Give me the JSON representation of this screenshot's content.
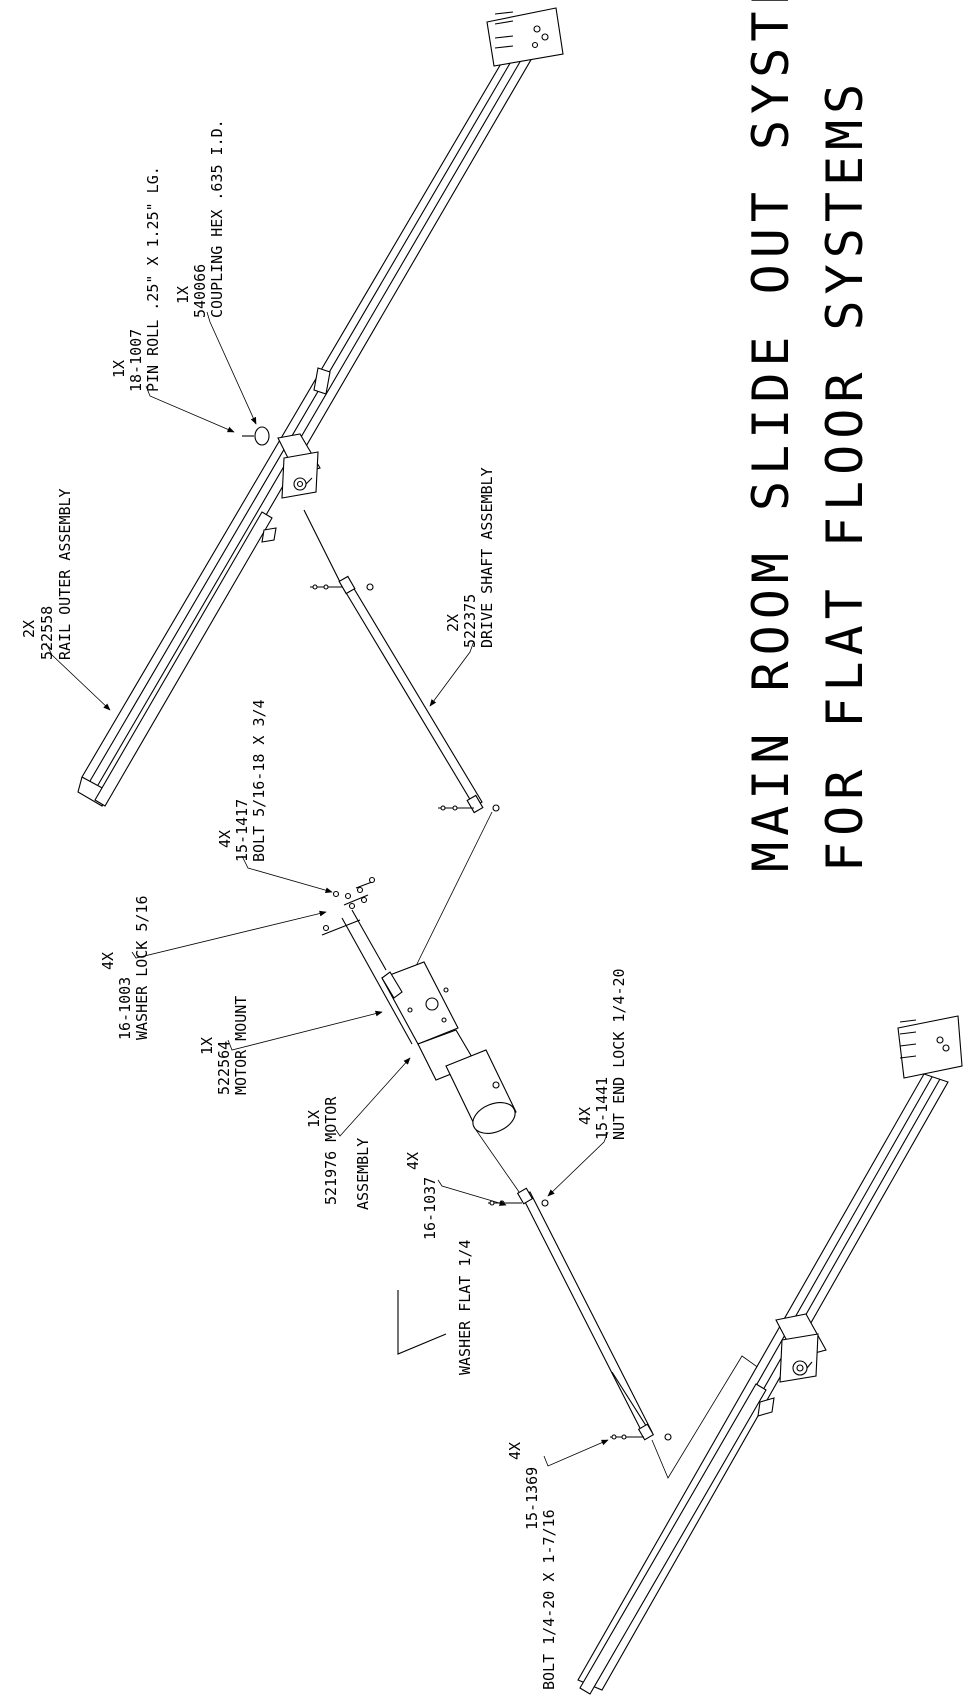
{
  "title": {
    "line1": "MAIN ROOM SLIDE OUT SYSTEM",
    "line2": "FOR FLAT FLOOR SYSTEMS"
  },
  "callouts": {
    "rail_outer": {
      "qty": "2X",
      "part": "522558",
      "desc": "RAIL OUTER ASSEMBLY"
    },
    "pin_roll": {
      "qty": "1X",
      "part": "18-1007",
      "desc": "PIN ROLL .25\" X 1.25\" LG."
    },
    "coupling": {
      "qty": "1X",
      "part": "540066",
      "desc": "COUPLING HEX .635 I.D."
    },
    "drive_shaft": {
      "qty": "2X",
      "part": "522375",
      "desc": "DRIVE SHAFT ASSEMBLY"
    },
    "bolt_5_16": {
      "qty": "4X",
      "part": "15-1417",
      "desc": "BOLT 5/16-18 X 3/4"
    },
    "washer_lock": {
      "qty": "4X",
      "part": "16-1003",
      "desc": "WASHER LOCK 5/16"
    },
    "motor_mount": {
      "qty": "1X",
      "part": "522564",
      "desc": "MOTOR MOUNT"
    },
    "motor": {
      "qty": "1X",
      "part": "521976 MOTOR",
      "desc": "ASSEMBLY"
    },
    "nut_end_lock": {
      "qty": "4X",
      "part": "15-1441",
      "desc": "NUT END LOCK 1/4-20"
    },
    "washer_flat": {
      "qty": "4X",
      "part": "16-1037",
      "desc": "WASHER FLAT 1/4"
    },
    "bolt_1_4": {
      "qty": "4X",
      "part": "15-1369",
      "desc": "BOLT 1/4-20 X 1-7/16"
    }
  }
}
